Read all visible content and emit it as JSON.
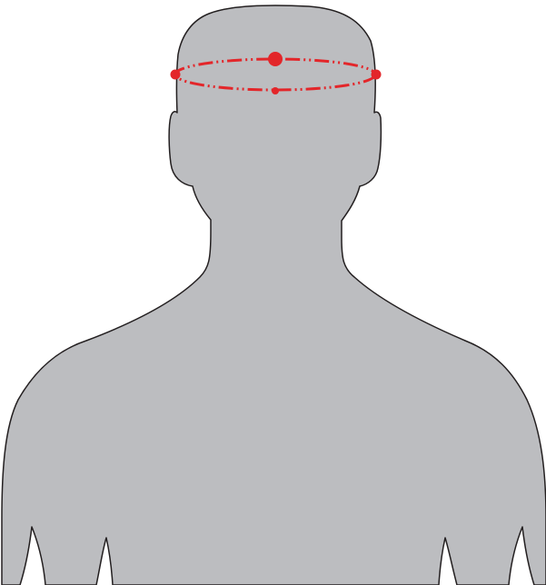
{
  "figure": {
    "silhouette": {
      "fill": "#bcbdc0",
      "stroke": "#231f20"
    },
    "measurement": {
      "color": "#e3262a",
      "line_style": "dash-dot-dot",
      "points": [
        "front",
        "left-side",
        "right-side",
        "back"
      ]
    }
  }
}
